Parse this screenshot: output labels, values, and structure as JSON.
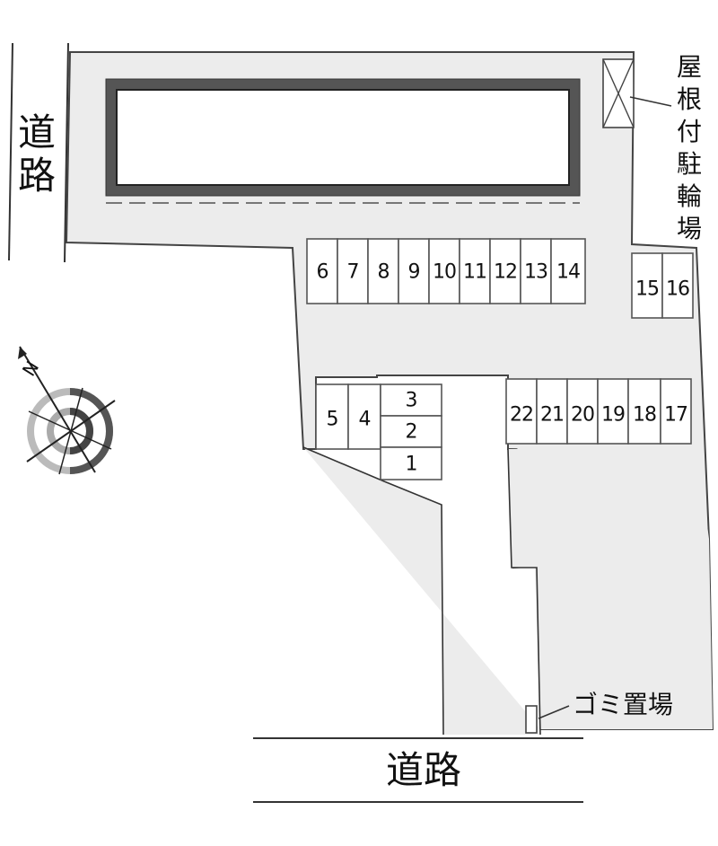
{
  "map": {
    "road_left_label": "道路",
    "road_bottom_label": "道路",
    "bike_parking_label": "屋根付駐輪場",
    "garbage_label": "ゴミ置場",
    "compass_letter": "N",
    "spaces": [
      "1",
      "2",
      "3",
      "4",
      "5",
      "6",
      "7",
      "8",
      "9",
      "10",
      "11",
      "12",
      "13",
      "14",
      "15",
      "16",
      "17",
      "18",
      "19",
      "20",
      "21",
      "22"
    ]
  }
}
